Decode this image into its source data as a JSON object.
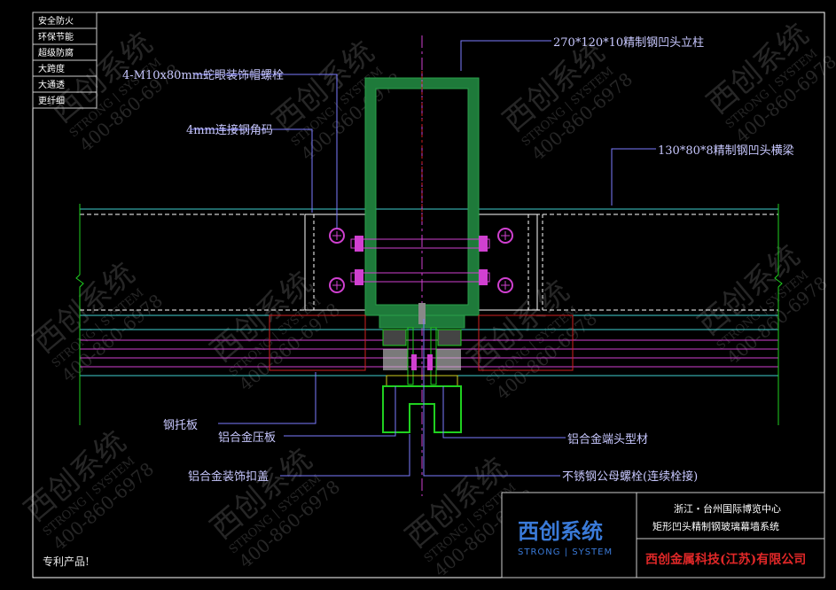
{
  "features": [
    "安全防火",
    "环保节能",
    "超级防腐",
    "大跨度",
    "大通透",
    "更纤细"
  ],
  "labels": {
    "column": "270*120*10精制钢凹头立柱",
    "bolt": "4-M10x80mm蛇眼装饰帽螺栓",
    "angle": "4mm连接钢角码",
    "beam": "130*80*8精制钢凹头横梁",
    "tray": "钢托板",
    "pressure_plate": "铝合金压板",
    "end_profile": "铝合金端头型材",
    "cover": "铝合金装饰扣盖",
    "stainless_bolt": "不锈钢公母螺栓(连续栓接)"
  },
  "title_block": {
    "brand_cn": "西创系统",
    "brand_en": "STRONG | SYSTEM",
    "project": "浙江・台州国际博览中心",
    "system": "矩形凹头精制钢玻璃幕墙系统",
    "company": "西创金属科技(江苏)有限公司"
  },
  "patent": "专利产品!",
  "watermark": {
    "cn": "西创系统",
    "en": "STRONG | SYSTEM",
    "phone": "400-860-6978"
  },
  "colors": {
    "frame": "#ffffff",
    "steel": "#1e7a3a",
    "leader": "#7b7bff",
    "glass_cyan": "#40d0d0",
    "magenta": "#d040d0",
    "red": "#d02020",
    "green": "#20d020",
    "title_blue": "#3a7ad8",
    "title_red": "#e02828"
  }
}
